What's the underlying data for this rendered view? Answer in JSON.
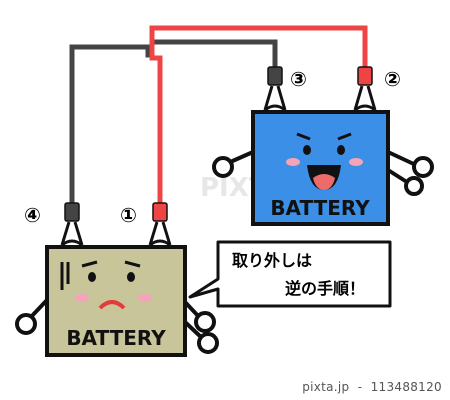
{
  "colors": {
    "positive_cable": "#ee4444",
    "negative_cable": "#444444",
    "dead_battery": "#c9c59a",
    "good_battery": "#3b8fe6",
    "outline": "#111111"
  },
  "dead_battery": {
    "label": "BATTERY",
    "mood": "sad-face"
  },
  "good_battery": {
    "label": "BATTERY",
    "mood": "happy-face"
  },
  "markers": {
    "m1": "①",
    "m2": "②",
    "m3": "③",
    "m4": "④"
  },
  "speech_bubble": {
    "line1": "取り外しは",
    "line2": "逆の手順！"
  },
  "watermark": "PIXTA",
  "footer": {
    "brand": "pixta.jp",
    "id": "113488120"
  }
}
